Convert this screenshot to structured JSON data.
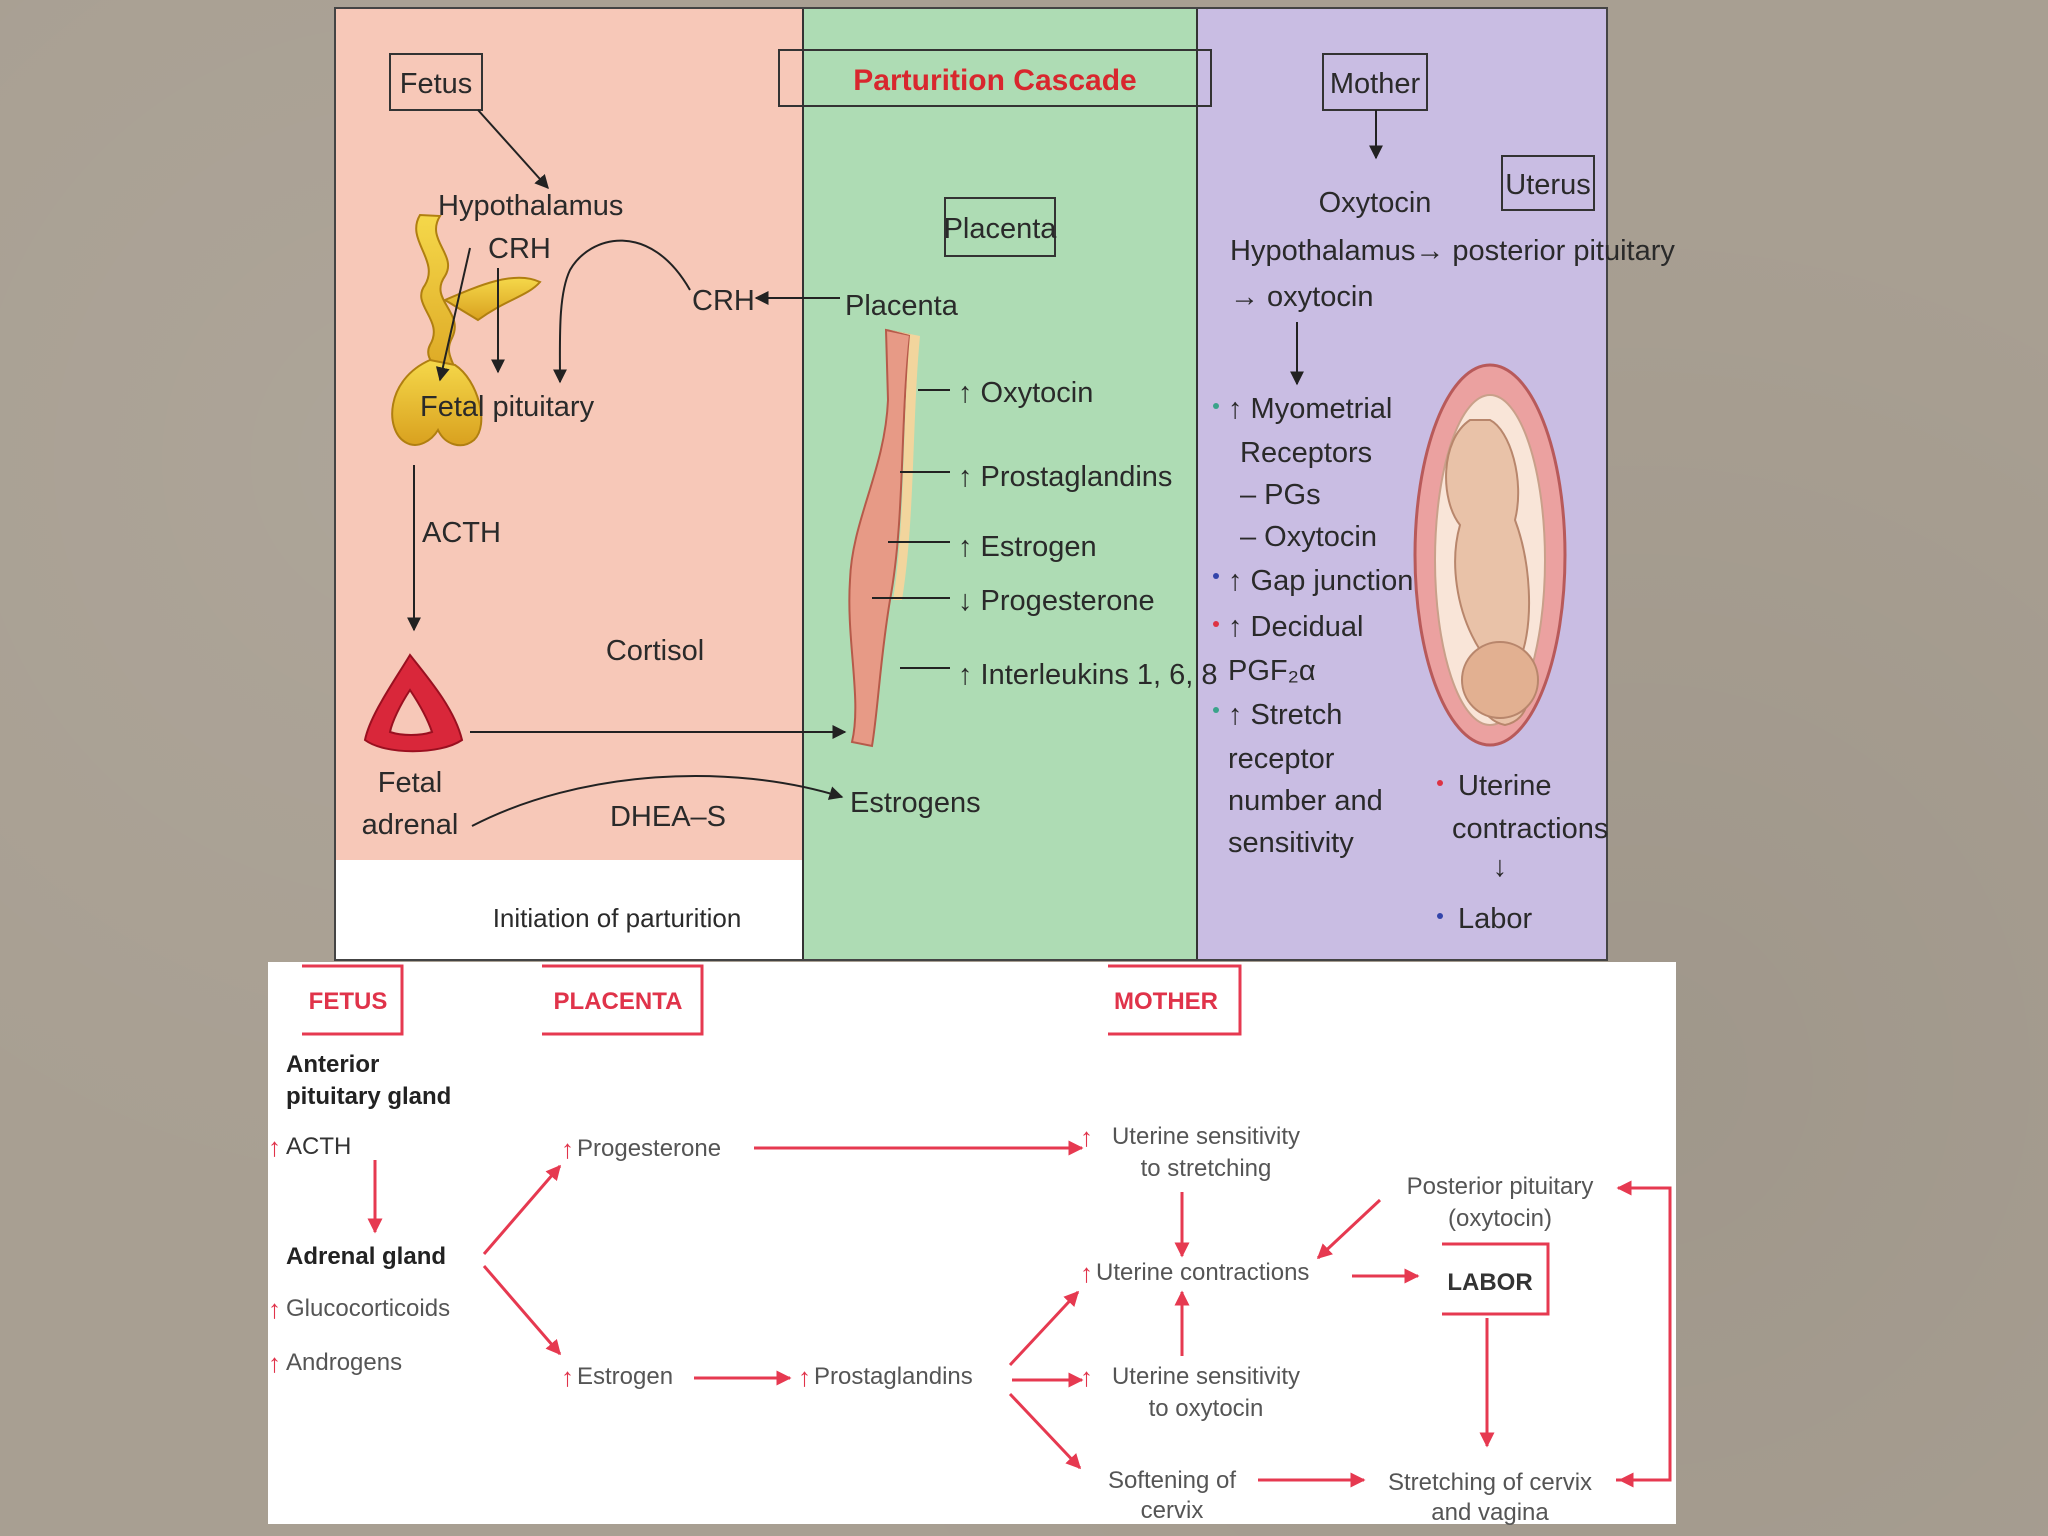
{
  "top": {
    "title": "Parturition Cascade",
    "fetus_box": "Fetus",
    "hypothalamus": "Hypothalamus",
    "crh_left": "CRH",
    "crh_mid": "CRH",
    "fetal_pituitary": "Fetal pituitary",
    "acth": "ACTH",
    "cortisol": "Cortisol",
    "fetal_adrenal_1": "Fetal",
    "fetal_adrenal_2": "adrenal",
    "dhea": "DHEA–S",
    "initiation": "Initiation of parturition",
    "placenta_box": "Placenta",
    "placenta_label": "Placenta",
    "oxytocin": "↑ Oxytocin",
    "prostaglandins": "↑ Prostaglandins",
    "estrogen": "↑ Estrogen",
    "progesterone": "↓ Progesterone",
    "interleukins": "↑ Interleukins 1, 6, 8",
    "estrogens": "Estrogens",
    "mother_box": "Mother",
    "uterus_box": "Uterus",
    "m_oxytocin": "Oxytocin",
    "m_hypo": "Hypothalamus→ posterior pituitary",
    "m_arrow_oxy": "→ oxytocin",
    "m_myo1": "↑ Myometrial",
    "m_myo2": "Receptors",
    "m_pgs": "– PGs",
    "m_oxy2": "– Oxytocin",
    "m_gap": "↑ Gap junction",
    "m_dec": "↑ Decidual",
    "m_pgf": "PGF₂α",
    "m_str1": "↑ Stretch",
    "m_str2": "receptor",
    "m_str3": "number and",
    "m_str4": "sensitivity",
    "m_ut1": "Uterine",
    "m_ut2": "contractions",
    "m_down": "↓",
    "m_labor": "Labor"
  },
  "bottom": {
    "fetus": "FETUS",
    "placenta": "PLACENTA",
    "mother": "MOTHER",
    "ant_pit_1": "Anterior",
    "ant_pit_2": "pituitary gland",
    "acth": "ACTH",
    "adrenal": "Adrenal gland",
    "gluco": "Glucocorticoids",
    "andro": "Androgens",
    "progesterone": "Progesterone",
    "estrogen": "Estrogen",
    "prostaglandins": "Prostaglandins",
    "ut_str_1": "Uterine sensitivity",
    "ut_str_2": "to stretching",
    "ut_contr": "Uterine contractions",
    "ut_oxy_1": "Uterine sensitivity",
    "ut_oxy_2": "to oxytocin",
    "soft_1": "Softening of",
    "soft_2": "cervix",
    "post_pit_1": "Posterior pituitary",
    "post_pit_2": "(oxytocin)",
    "labor": "LABOR",
    "stretch_1": "Stretching of cervix",
    "stretch_2": "and vagina"
  },
  "colors": {
    "fetus_panel": "#f7c8b8",
    "placenta_panel": "#aedcb4",
    "mother_panel": "#c9bde3",
    "accent_red": "#e63950",
    "title_red": "#d8272e"
  }
}
